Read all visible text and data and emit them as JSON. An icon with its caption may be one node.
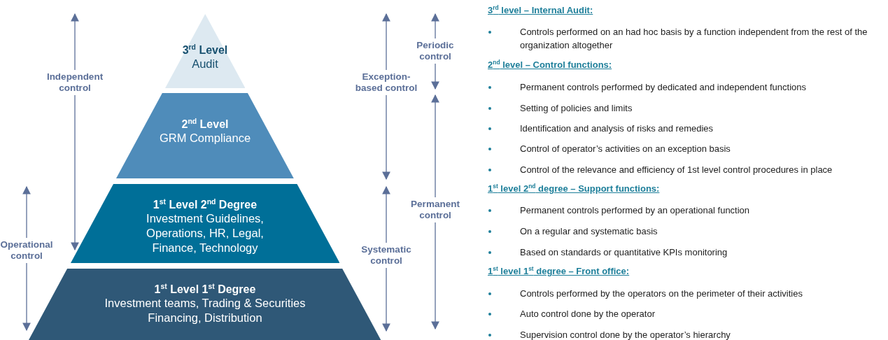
{
  "diagram": {
    "nodes": [
      {
        "text": [
          "3$^{rd}$ Level",
          "Audit"
        ]
      },
      {
        "text": [
          "2$^{nd}$ Level",
          "GRM Compliance"
        ]
      },
      {
        "text": [
          "1$^{st}$ Level 2$^{nd}$ Degree",
          "Investment Guidelines, Operations, HR, Legal, Finance, Technology"
        ]
      },
      {
        "text": [
          "1$^{st}$ Level 1$^{st}$ Degree",
          "Investment teams, Trading & Securities Financing, Distribution"
        ]
      }
    ],
    "labels": [
      "Independent control",
      "Exception-based control",
      "Periodic control",
      "Permanent control",
      "Operational control",
      "Systematic control",
      "3$^{rd}$ level – Internal Audit:",
      "Controls performed on an had hoc basis by a function independent from the rest of the organization altogether",
      "2$^{nd}$ level – Control functions:",
      "Permanent controls performed by dedicated and independent functions",
      "Setting of policies and limits",
      "Identification and analysis of risks and remedies",
      "Control of operator’s activities on an exception basis",
      "Control of the relevance and efficiency of 1st level control procedures in place",
      "1$^{st}$ level 2$^{nd}$ degree – Support functions:",
      "Permanent controls performed by an operational function",
      "On a regular and systematic basis",
      "Based on standards or quantitative KPIs monitoring",
      "1$^{st}$ level 1$^{st}$ degree – Front office:",
      "Controls performed by the operators on the perimeter of their activities",
      "Auto control done by the operator",
      "Supervision control done by the operator’s hierarchy"
    ]
  }
}
